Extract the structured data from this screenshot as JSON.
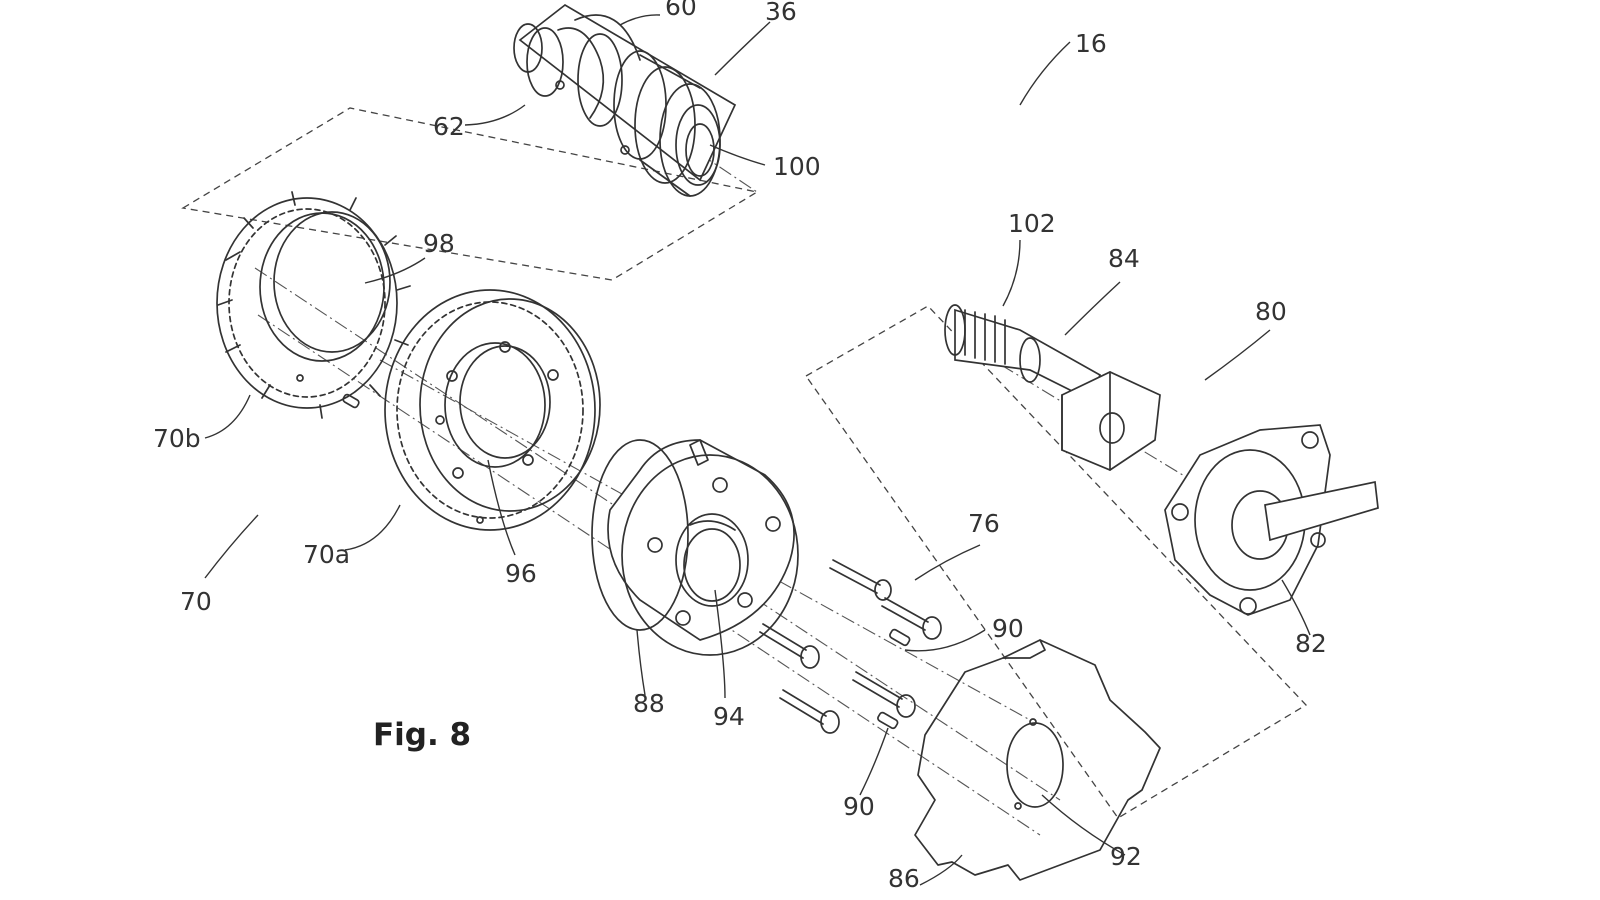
{
  "figure": {
    "title": "Fig. 8"
  },
  "labels": {
    "l60": "60",
    "l36": "36",
    "l16": "16",
    "l62": "62",
    "l100": "100",
    "l98": "98",
    "l102": "102",
    "l84": "84",
    "l80": "80",
    "l70b": "70b",
    "l76": "76",
    "l70a": "70a",
    "l96": "96",
    "l70": "70",
    "l90a": "90",
    "l82": "82",
    "l88": "88",
    "l94": "94",
    "l90b": "90",
    "l92": "92",
    "l86": "86"
  }
}
